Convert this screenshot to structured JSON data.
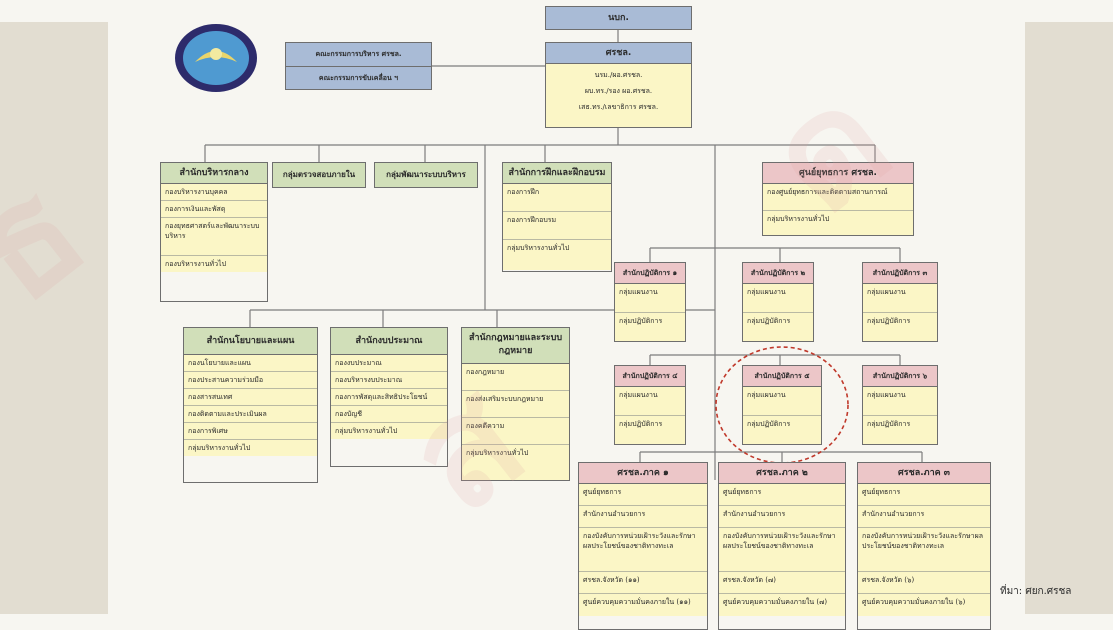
{
  "top_box": "นบก.",
  "boards": [
    "คณะกรรมการบริหาร ศรชล.",
    "คณะกรรมการขับเคลื่อน ฯ"
  ],
  "command": {
    "title": "ศรชล.",
    "lines": [
      "นรม./ผอ.ศรชล.",
      "ผบ.ทร./รอง ผอ.ศรชล.",
      "เสธ.ทร./เลขาธิการ ศรชล."
    ]
  },
  "left_units": [
    {
      "title": "สำนักบริหารกลาง",
      "rows": [
        "กองบริหารงานบุคคล",
        "กองการเงินและพัสดุ",
        "กองยุทธศาสตร์และพัฒนาระบบบริหาร",
        "กองบริหารงานทั่วไป"
      ]
    },
    {
      "title": "กลุ่มตรวจสอบภายใน",
      "rows": []
    },
    {
      "title": "กลุ่มพัฒนาระบบบริหาร",
      "rows": []
    },
    {
      "title": "สำนักการฝึกและฝึกอบรม",
      "rows": [
        "กองการฝึก",
        "กองการฝึกอบรม",
        "กลุ่มบริหารงานทั่วไป"
      ]
    }
  ],
  "center": {
    "title": "ศูนย์ยุทธการ ศรชล.",
    "rows": [
      "กองศูนย์ยุทธการและติดตามสถานการณ์",
      "กลุ่มบริหารงานทั่วไป"
    ]
  },
  "lower_units": [
    {
      "title": "สำนักนโยบายและแผน",
      "rows": [
        "กองนโยบายและแผน",
        "กองประสานความร่วมมือ",
        "กองสารสนเทศ",
        "กองติดตามและประเมินผล",
        "กองการพิเศษ",
        "กลุ่มบริหารงานทั่วไป"
      ]
    },
    {
      "title": "สำนักงบประมาณ",
      "rows": [
        "กองงบประมาณ",
        "กองบริหารงบประมาณ",
        "กองการพัสดุและสิทธิประโยชน์",
        "กองบัญชี",
        "กลุ่มบริหารงานทั่วไป"
      ]
    },
    {
      "title": "สำนักกฎหมายและระบบกฎหมาย",
      "rows": [
        "กองกฎหมาย",
        "กองส่งเสริมระบบกฎหมาย",
        "กองคดีความ",
        "กลุ่มบริหารงานทั่วไป"
      ]
    }
  ],
  "ops_centers": [
    {
      "title": "สำนักปฏิบัติการ ๑",
      "rows": [
        "กลุ่มแผนงาน",
        "กลุ่มปฏิบัติการ"
      ]
    },
    {
      "title": "สำนักปฏิบัติการ ๒",
      "rows": [
        "กลุ่มแผนงาน",
        "กลุ่มปฏิบัติการ"
      ]
    },
    {
      "title": "สำนักปฏิบัติการ ๓",
      "rows": [
        "กลุ่มแผนงาน",
        "กลุ่มปฏิบัติการ"
      ]
    },
    {
      "title": "สำนักปฏิบัติการ ๔",
      "rows": [
        "กลุ่มแผนงาน",
        "กลุ่มปฏิบัติการ"
      ]
    },
    {
      "title": "สำนักปฏิบัติการ ๕",
      "rows": [
        "กลุ่มแผนงาน",
        "กลุ่มปฏิบัติการ"
      ]
    },
    {
      "title": "สำนักปฏิบัติการ ๖",
      "rows": [
        "กลุ่มแผนงาน",
        "กลุ่มปฏิบัติการ"
      ]
    }
  ],
  "regions": [
    {
      "title": "ศรชล.ภาค ๑",
      "rows": [
        "ศูนย์ยุทธการ",
        "สำนักงานอำนวยการ",
        "กองบังคับการหน่วยเฝ้าระวังและรักษาผลประโยชน์ของชาติทางทะเล",
        "ศรชล.จังหวัด (๑๑)",
        "ศูนย์ควบคุมความมั่นคงภายใน (๑๑)"
      ]
    },
    {
      "title": "ศรชล.ภาค ๒",
      "rows": [
        "ศูนย์ยุทธการ",
        "สำนักงานอำนวยการ",
        "กองบังคับการหน่วยเฝ้าระวังและรักษาผลประโยชน์ของชาติทางทะเล",
        "ศรชล.จังหวัด (๗)",
        "ศูนย์ควบคุมความมั่นคงภายใน (๗)"
      ]
    },
    {
      "title": "ศรชล.ภาค ๓",
      "rows": [
        "ศูนย์ยุทธการ",
        "สำนักงานอำนวยการ",
        "กองบังคับการหน่วยเฝ้าระวังและรักษาผลประโยชน์ของชาติทางทะเล",
        "ศรชล.จังหวัด (๖)",
        "ศูนย์ควบคุมความมั่นคงภายใน (๖)"
      ]
    }
  ],
  "source": "ที่มา: ศยก.ศรชล",
  "colors": {
    "header_blue": "#a9bbd6",
    "header_green": "#d1dfb9",
    "header_pink": "#ecc6c8",
    "cell_yellow": "#fbf6c6",
    "highlight_circle": "#c0392b"
  }
}
